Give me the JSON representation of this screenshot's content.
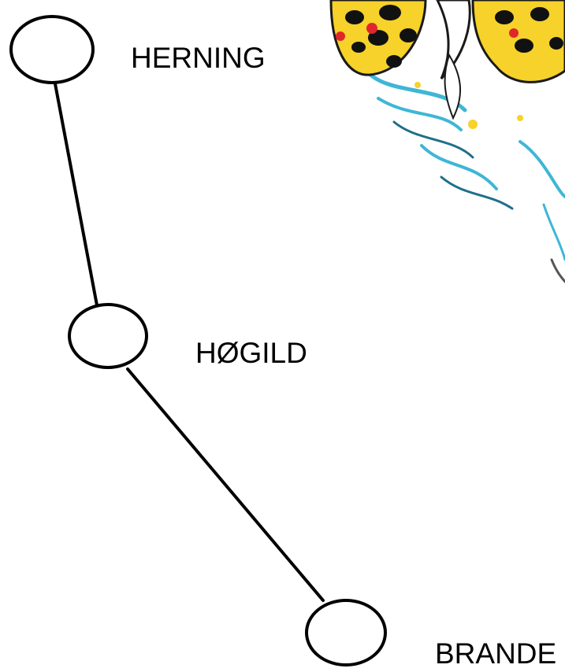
{
  "stations": [
    {
      "id": "herning",
      "label": "HERNING"
    },
    {
      "id": "hogild",
      "label": "HØGILD"
    },
    {
      "id": "brande",
      "label": "BRANDE"
    }
  ],
  "connections": [
    {
      "from": "herning",
      "to": "hogild"
    },
    {
      "from": "hogild",
      "to": "brande"
    }
  ],
  "decoration": {
    "description_icon": "cartoon-fish-splash-icon",
    "colors": {
      "yellow": "#f6d22a",
      "black": "#111111",
      "red": "#e0262b",
      "cyan": "#3fb6d6",
      "white": "#ffffff"
    }
  }
}
